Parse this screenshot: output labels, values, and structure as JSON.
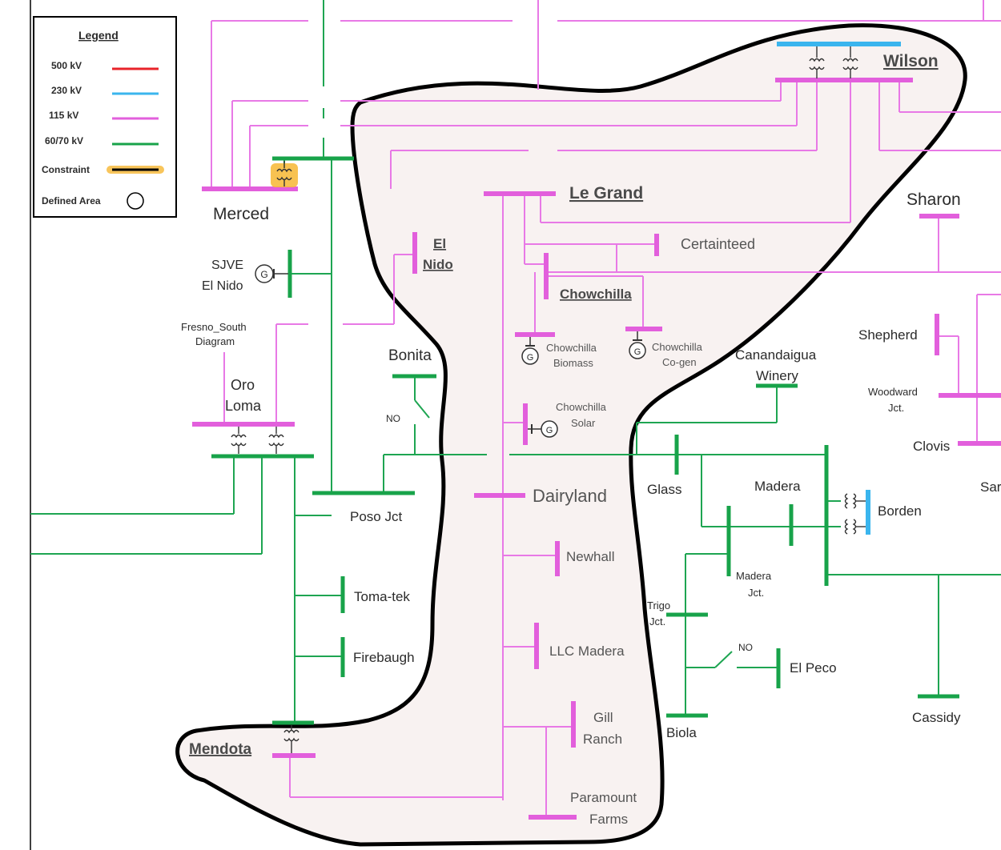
{
  "legend": {
    "title": "Legend",
    "items": [
      {
        "label": "500 kV",
        "color": "#e8232a"
      },
      {
        "label": "230 kV",
        "color": "#3ab5ee"
      },
      {
        "label": "115 kV",
        "color": "#e25fdc"
      },
      {
        "label": "60/70 kV",
        "color": "#18a34a"
      },
      {
        "label": "Constraint",
        "color": "#000000"
      },
      {
        "label": "Defined Area",
        "color": "#000000"
      }
    ]
  },
  "area": {
    "fill": "#f8f2f1",
    "border": "#000000"
  },
  "substations": {
    "wilson": "Wilson",
    "le_grand": "Le Grand",
    "sharon": "Sharon",
    "merced": "Merced",
    "certainteed": "Certainteed",
    "el_nido_1": "El",
    "el_nido_2": "Nido",
    "sjve_1": "SJVE",
    "sjve_2": "El Nido",
    "chowchilla": "Chowchilla",
    "fresno_south_1": "Fresno_South",
    "fresno_south_2": "Diagram",
    "oro_1": "Oro",
    "oro_2": "Loma",
    "bonita": "Bonita",
    "chowchilla_biomass_1": "Chowchilla",
    "chowchilla_biomass_2": "Biomass",
    "chowchilla_cogen_1": "Chowchilla",
    "chowchilla_cogen_2": "Co-gen",
    "canandaigua_1": "Canandaigua",
    "canandaigua_2": "Winery",
    "shepherd": "Shepherd",
    "woodward_1": "Woodward",
    "woodward_2": "Jct.",
    "no_label": "NO",
    "chowchilla_solar_1": "Chowchilla",
    "chowchilla_solar_2": "Solar",
    "clovis": "Clovis",
    "san_partial": "Sar",
    "glass": "Glass",
    "madera": "Madera",
    "borden": "Borden",
    "dairyland": "Dairyland",
    "poso_jct": "Poso Jct",
    "newhall": "Newhall",
    "madera_jct_1": "Madera",
    "madera_jct_2": "Jct.",
    "toma_tek": "Toma-tek",
    "trigo_1": "Trigo",
    "trigo_2": "Jct.",
    "llc_madera": "LLC Madera",
    "firebaugh": "Firebaugh",
    "el_peco": "El Peco",
    "gill_1": "Gill",
    "gill_2": "Ranch",
    "cassidy": "Cassidy",
    "biola": "Biola",
    "mendota": "Mendota",
    "paramount_1": "Paramount",
    "paramount_2": "Farms",
    "no_label_2": "NO"
  },
  "gen_symbol": "G"
}
